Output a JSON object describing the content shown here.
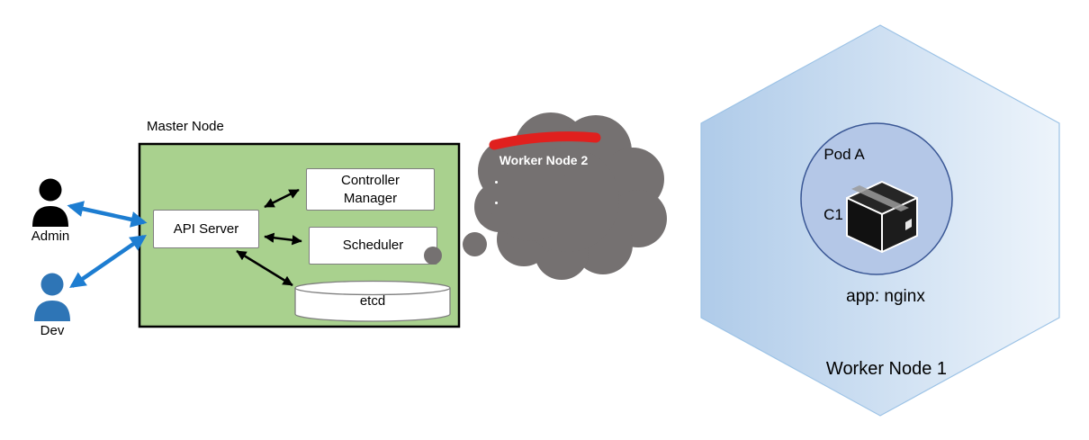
{
  "actors": {
    "admin_label": "Admin",
    "dev_label": "Dev"
  },
  "master_node": {
    "title": "Master Node",
    "api_server_label": "API Server",
    "controller_manager_label": "Controller Manager",
    "scheduler_label": "Scheduler",
    "etcd_label": "etcd"
  },
  "cloud": {
    "label": "Worker Node 2"
  },
  "worker_node_1": {
    "title": "Worker Node 1",
    "pod_label": "Pod A",
    "container_label": "C1",
    "app_label": "app: nginx"
  },
  "colors": {
    "master_node_fill": "#A9D18E",
    "master_node_border": "#000000",
    "component_box_border": "#7F7F7F",
    "arrow_blue": "#1D7DD1",
    "arrow_black": "#000000",
    "cloud_gray": "#757171",
    "scribble_red": "#E0201E",
    "hexagon_fill_left": "#AFCBE9",
    "hexagon_fill_right": "#EDF4FB",
    "hexagon_border": "#9DC3E6",
    "pod_fill": "#B4C7E7",
    "pod_border": "#3A5795",
    "admin_icon": "#000000",
    "dev_icon": "#2E75B6",
    "cube_black": "#1C1C1C"
  }
}
